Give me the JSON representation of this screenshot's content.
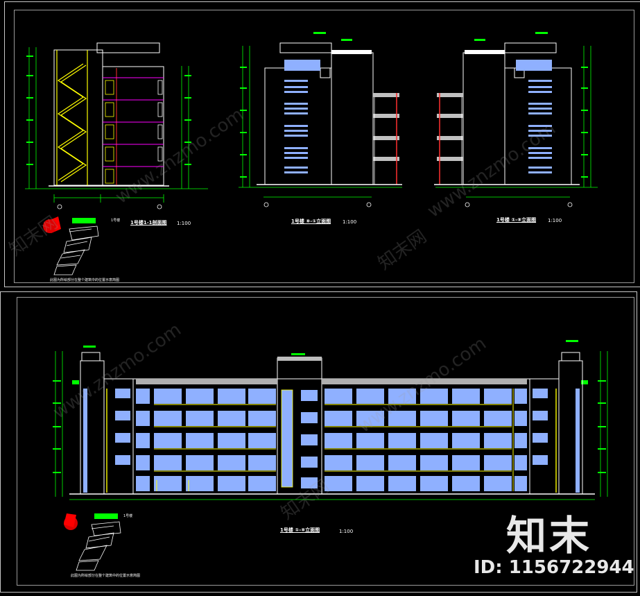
{
  "section_view": {
    "title": "1号楼1-1剖面图",
    "scale": "1:100",
    "building_tag": "1号楼",
    "note": "此图为所绘部分在整个建筑中的位置示意简图"
  },
  "elevation_a": {
    "title": "1号楼 ⑧-①立面图",
    "scale": "1:100"
  },
  "elevation_b": {
    "title": "1号楼 ①-⑧立面图",
    "scale": "1:100"
  },
  "main_elevation": {
    "title": "1号楼 ①-⑧立面图",
    "scale": "1:100",
    "building_tag": "1号楼",
    "note": "此图为所绘部分在整个建筑中的位置示意简图"
  },
  "watermark": {
    "brand": "知末",
    "id": "ID: 1156722944",
    "site": "www.znzmo.com",
    "cn": "知末网"
  },
  "colors": {
    "background": "#000000",
    "dim_green": "#00ff00",
    "wall_white": "#ffffff",
    "window_blue": "#8fb0ff",
    "stair_yellow": "#ffff00",
    "balcony_red": "#ff3030",
    "magenta": "#ff00ff"
  }
}
